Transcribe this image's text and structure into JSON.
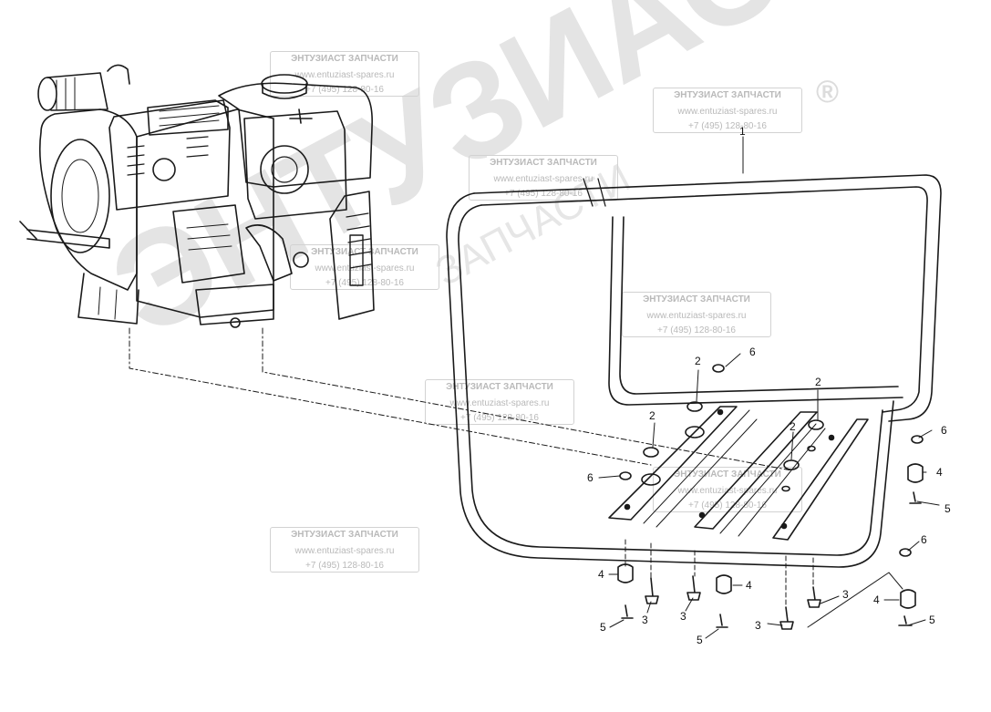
{
  "watermark": {
    "big_text": "ЭНТУЗИАСТ!",
    "small_text": "ЗАПЧАСТИ",
    "reg_mark": "®",
    "title": "ЭНТУЗИАСТ ЗАПЧАСТИ",
    "url": "www.entuziast-spares.ru",
    "phone": "+7 (495) 128-80-16"
  },
  "callouts": {
    "c1": "1",
    "c2a": "2",
    "c2b": "2",
    "c2c": "2",
    "c2d": "2",
    "c3a": "3",
    "c3b": "3",
    "c3c": "3",
    "c3d": "3",
    "c4a": "4",
    "c4b": "4",
    "c4c": "4",
    "c4d": "4",
    "c5a": "5",
    "c5b": "5",
    "c5c": "5",
    "c5d": "5",
    "c6a": "6",
    "c6b": "6",
    "c6c": "6",
    "c6d": "6"
  },
  "colors": {
    "line": "#1a1a1a",
    "watermark": "#c0c0c0"
  }
}
